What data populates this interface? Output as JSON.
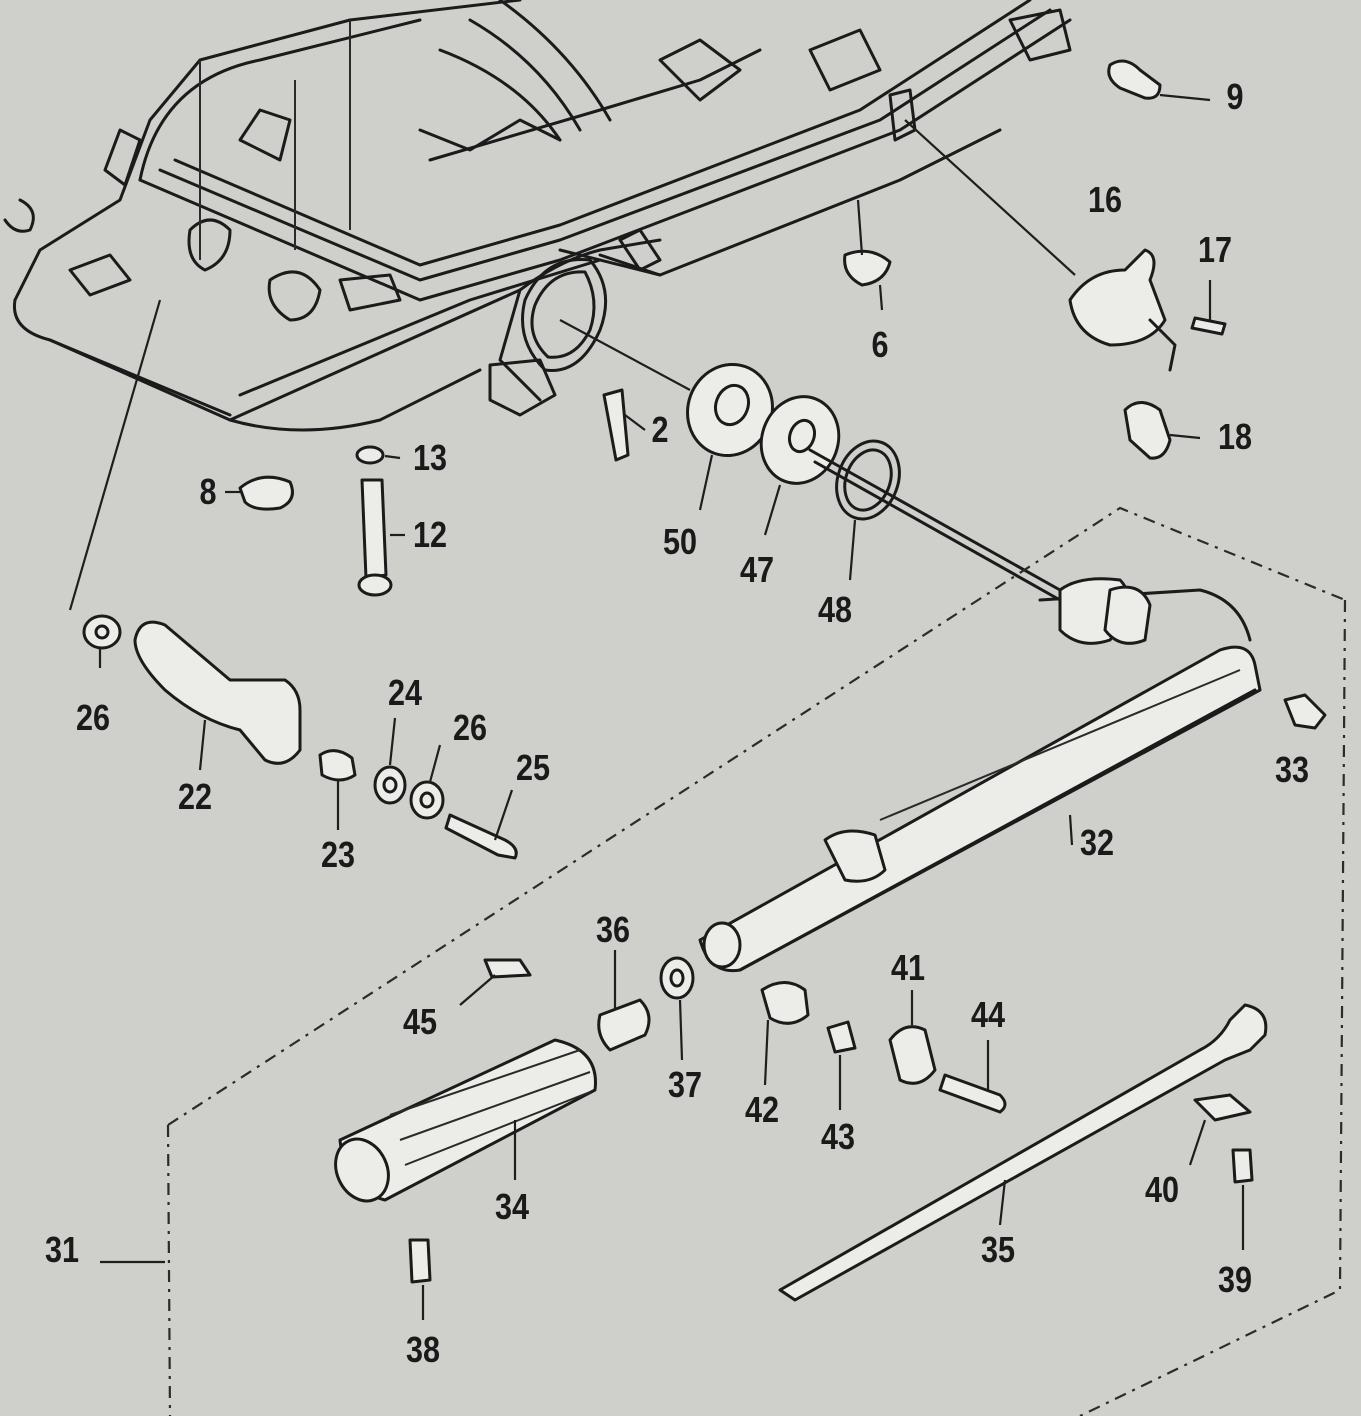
{
  "callouts": [
    {
      "id": "c9",
      "label": "9"
    },
    {
      "id": "c16",
      "label": "16"
    },
    {
      "id": "c17",
      "label": "17"
    },
    {
      "id": "c6",
      "label": "6"
    },
    {
      "id": "c2",
      "label": "2"
    },
    {
      "id": "c18",
      "label": "18"
    },
    {
      "id": "c13",
      "label": "13"
    },
    {
      "id": "c8",
      "label": "8"
    },
    {
      "id": "c12",
      "label": "12"
    },
    {
      "id": "c50",
      "label": "50"
    },
    {
      "id": "c47",
      "label": "47"
    },
    {
      "id": "c48",
      "label": "48"
    },
    {
      "id": "c26a",
      "label": "26"
    },
    {
      "id": "c24",
      "label": "24"
    },
    {
      "id": "c26b",
      "label": "26"
    },
    {
      "id": "c25",
      "label": "25"
    },
    {
      "id": "c22",
      "label": "22"
    },
    {
      "id": "c23",
      "label": "23"
    },
    {
      "id": "c33",
      "label": "33"
    },
    {
      "id": "c32",
      "label": "32"
    },
    {
      "id": "c36",
      "label": "36"
    },
    {
      "id": "c45",
      "label": "45"
    },
    {
      "id": "c37",
      "label": "37"
    },
    {
      "id": "c41",
      "label": "41"
    },
    {
      "id": "c44",
      "label": "44"
    },
    {
      "id": "c42",
      "label": "42"
    },
    {
      "id": "c43",
      "label": "43"
    },
    {
      "id": "c40",
      "label": "40"
    },
    {
      "id": "c34",
      "label": "34"
    },
    {
      "id": "c31",
      "label": "31"
    },
    {
      "id": "c35",
      "label": "35"
    },
    {
      "id": "c39",
      "label": "39"
    },
    {
      "id": "c38",
      "label": "38"
    }
  ]
}
